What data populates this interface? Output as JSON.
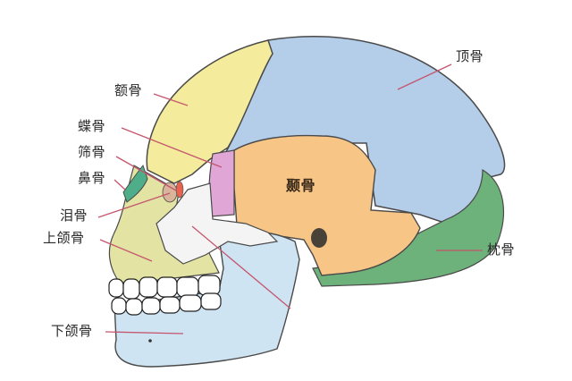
{
  "title": "Skull bones lateral view",
  "colors": {
    "frontal": "#f4ec9c",
    "parietal": "#b4cde9",
    "temporal": "#f7c585",
    "occipital": "#6db27a",
    "sphenoid": "#e0a6d6",
    "ethmoid": "#e7624f",
    "nasal": "#4fae8a",
    "lacrimal": "#d9b49a",
    "maxilla": "#e3e3a3",
    "mandible": "#cfe4f3",
    "zygomatic": "#f2f2f2",
    "leader_line": "#c4566e",
    "outline": "#5a4a3a"
  },
  "labels": {
    "frontal": "额骨",
    "sphenoid": "蝶骨",
    "ethmoid": "筛骨",
    "nasal": "鼻骨",
    "lacrimal": "泪骨",
    "maxilla": "上颌骨",
    "mandible": "下颌骨",
    "parietal": "顶骨",
    "temporal": "颞骨",
    "occipital": "枕骨"
  }
}
